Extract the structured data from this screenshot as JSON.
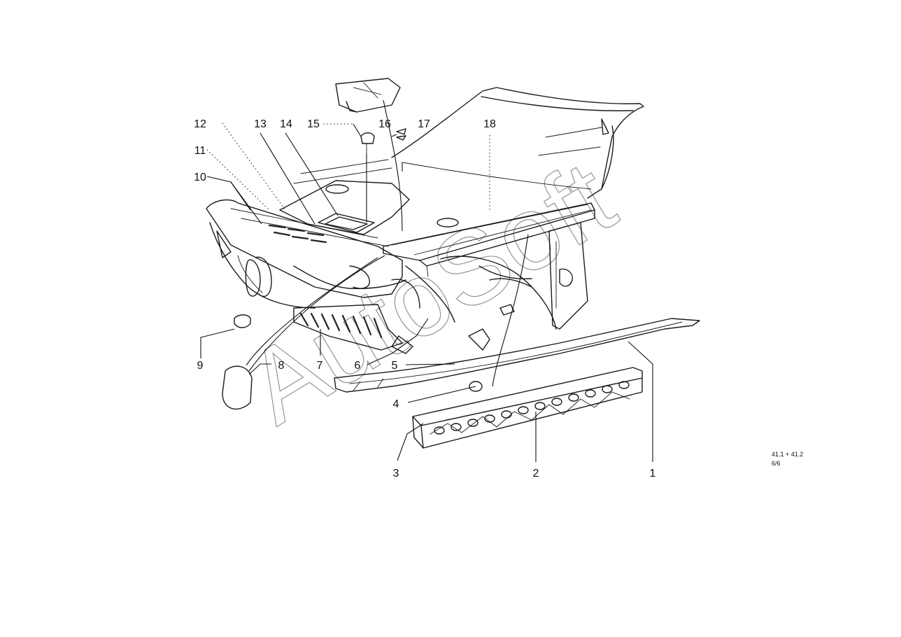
{
  "callouts": [
    "1",
    "2",
    "3",
    "4",
    "5",
    "6",
    "7",
    "8",
    "9",
    "10",
    "11",
    "12",
    "13",
    "14",
    "15",
    "16",
    "17",
    "18"
  ],
  "reference": {
    "line1": "41.1 + 41.2",
    "line2": "6/6"
  },
  "watermark": "AutoSoft"
}
